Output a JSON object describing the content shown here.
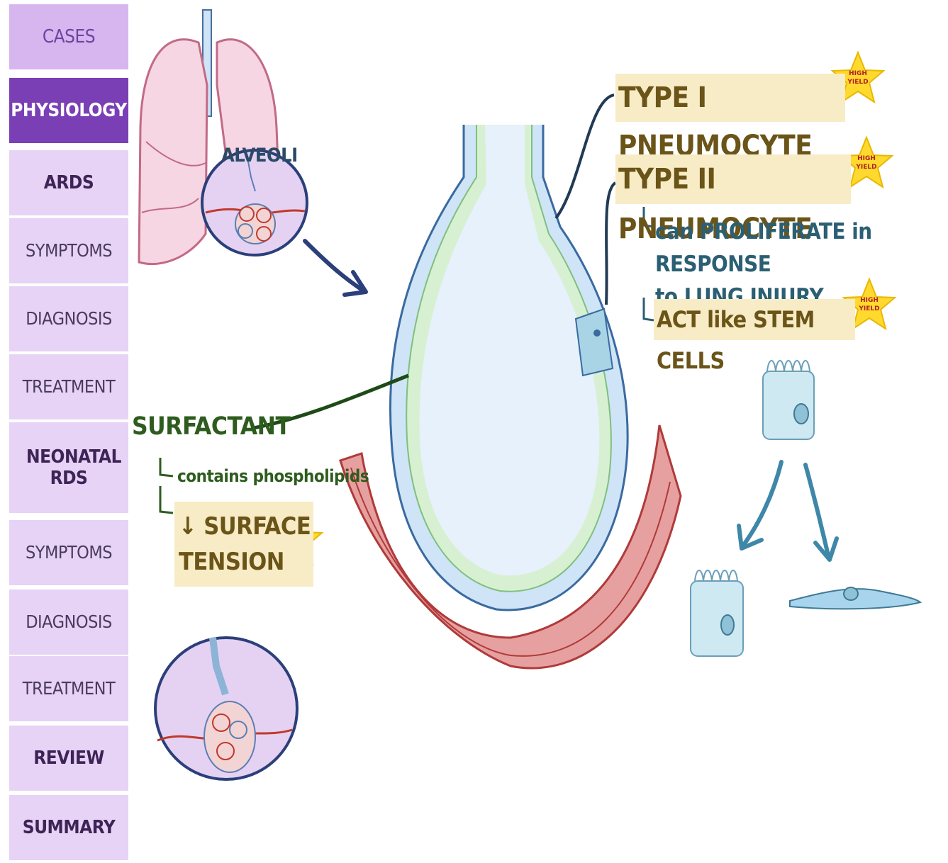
{
  "sidebar": {
    "items": [
      {
        "label": "CASES",
        "state": "top"
      },
      {
        "label": "PHYSIOLOGY",
        "state": "active"
      },
      {
        "label": "ARDS",
        "state": "bold"
      },
      {
        "label": "SYMPTOMS",
        "state": "muted"
      },
      {
        "label": "DIAGNOSIS",
        "state": "muted"
      },
      {
        "label": "TREATMENT",
        "state": "muted"
      },
      {
        "label": "NEONATAL RDS",
        "state": "bold"
      },
      {
        "label": "SYMPTOMS",
        "state": "muted"
      },
      {
        "label": "DIAGNOSIS",
        "state": "muted"
      },
      {
        "label": "TREATMENT",
        "state": "muted"
      },
      {
        "label": "REVIEW",
        "state": "bold"
      },
      {
        "label": "SUMMARY",
        "state": "bold"
      }
    ]
  },
  "diagram": {
    "alveoli_label": "ALVEOLI",
    "type1_label": "TYPE I PNEUMOCYTE",
    "type2_label": "TYPE II PNEUMOCYTE",
    "proliferate_line1": "can PROLIFERATE in RESPONSE",
    "proliferate_line2": "to LUNG INJURY",
    "stem_label": "ACT like STEM CELLS",
    "surfactant_label": "SURFACTANT",
    "phospholipids_label": "contains phospholipids",
    "tension_line1": "↓ SURFACE",
    "tension_line2": "TENSION",
    "badge_line1": "HIGH",
    "badge_line2": "YIELD"
  },
  "colors": {
    "sidebar_bg": "#e6d3f5",
    "sidebar_active": "#7b3fb5",
    "highlight": "#f7ecc6",
    "badge": "#ffd92e",
    "epithelium": "#cfe4f7",
    "surfactant_layer": "#d8f0d2",
    "capillary": "#e7a0a0"
  }
}
